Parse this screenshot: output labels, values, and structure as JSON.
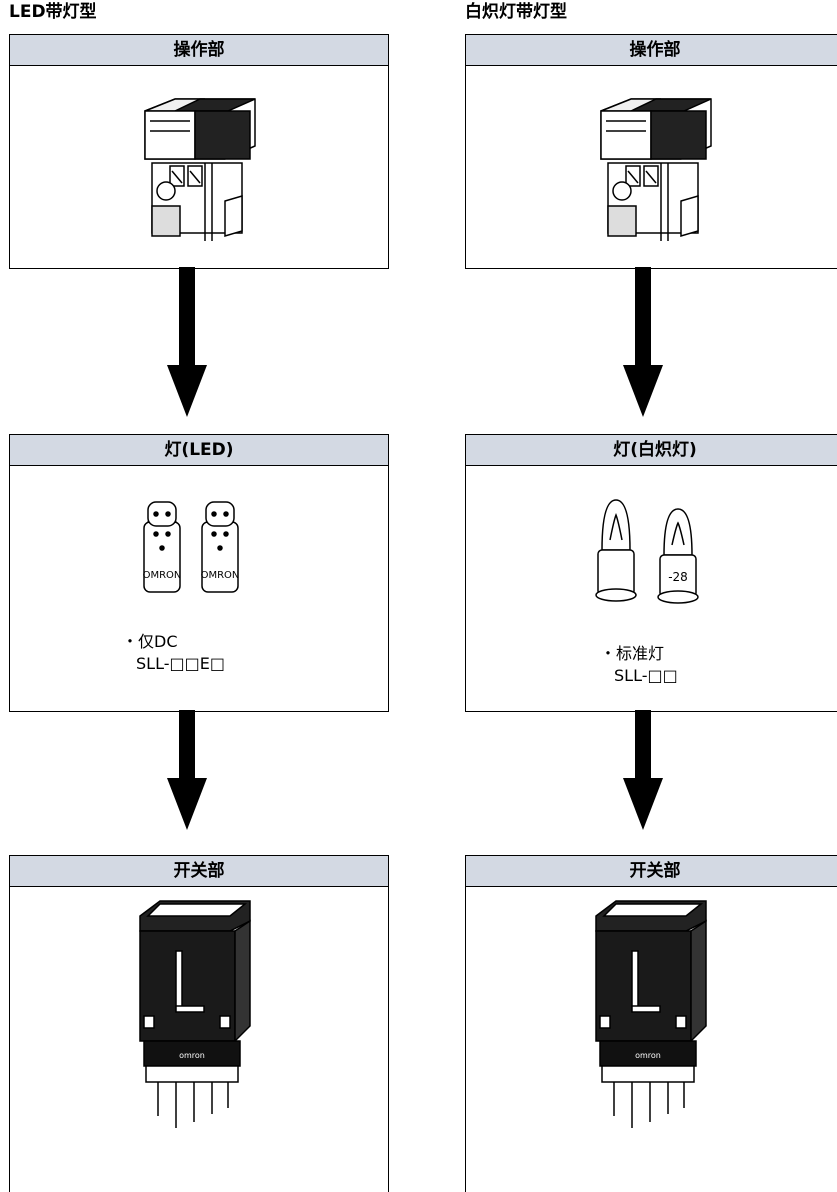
{
  "columns": [
    {
      "title": "LED带灯型",
      "operation_header": "操作部",
      "lamp_header": "灯(LED)",
      "lamp_note_1": "・仅DC",
      "lamp_note_2": "SLL-□□E□",
      "switch_header": "开关部"
    },
    {
      "title": "白炽灯带灯型",
      "operation_header": "操作部",
      "lamp_header": "灯(白炽灯)",
      "lamp_note_1": "・标准灯",
      "lamp_note_2": "SLL-□□",
      "switch_header": "开关部"
    }
  ],
  "led_marking": "OMRON",
  "bulb_marking": "-28",
  "switch_marking": "omron",
  "header_color": "#d3d9e3"
}
